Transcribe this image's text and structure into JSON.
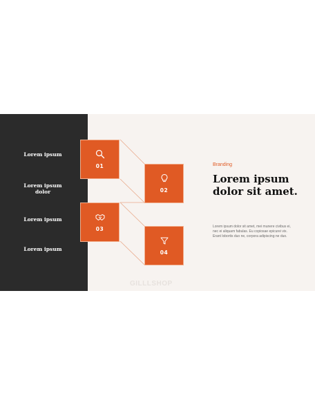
{
  "left_labels": [
    "Lorem ipsum",
    "Lorem ipsum\ndolor",
    "Lorem ipsum",
    "Lorem ipsum"
  ],
  "boxes": [
    {
      "num": "01",
      "icon": "search-icon"
    },
    {
      "num": "02",
      "icon": "lightbulb-icon"
    },
    {
      "num": "03",
      "icon": "handshake-icon"
    },
    {
      "num": "04",
      "icon": "filter-icon"
    }
  ],
  "right": {
    "eyebrow": "Branding",
    "headline": "Lorem ipsum dolor sit amet.",
    "body": "Lorem ipsum dolor sit amet, mei munere civibus ei, nec ei aliquam fabulas. Eu copiosae epicurei vix. Erant lobortis duo ne, corpora adipiscing ne duo."
  },
  "watermark": "GILLLSHOP",
  "colors": {
    "accent": "#e05a24",
    "dark_panel": "#2b2b2b",
    "background": "#f7f3f0"
  }
}
